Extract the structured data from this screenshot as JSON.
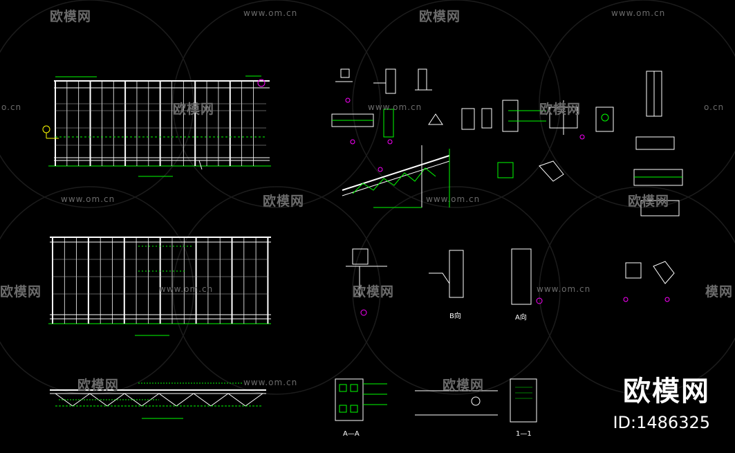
{
  "watermark": {
    "logo_text": "欧模网",
    "url_text": "www.om.cn",
    "url_partial": "o.cn",
    "logo_partial": "模网"
  },
  "labels": {
    "a_a": "A—A",
    "one_one": "1—1",
    "a_view": "A向",
    "b_view": "B向"
  },
  "brand": {
    "logo_text": "欧模网",
    "id_text": "ID:1486325"
  },
  "colors": {
    "background": "#000000",
    "line_white": "#ffffff",
    "line_green": "#00ff00",
    "line_cyan": "#00ffff",
    "line_magenta": "#ff00ff",
    "line_yellow": "#ffff00",
    "watermark_gray": "#6b6b6b"
  }
}
